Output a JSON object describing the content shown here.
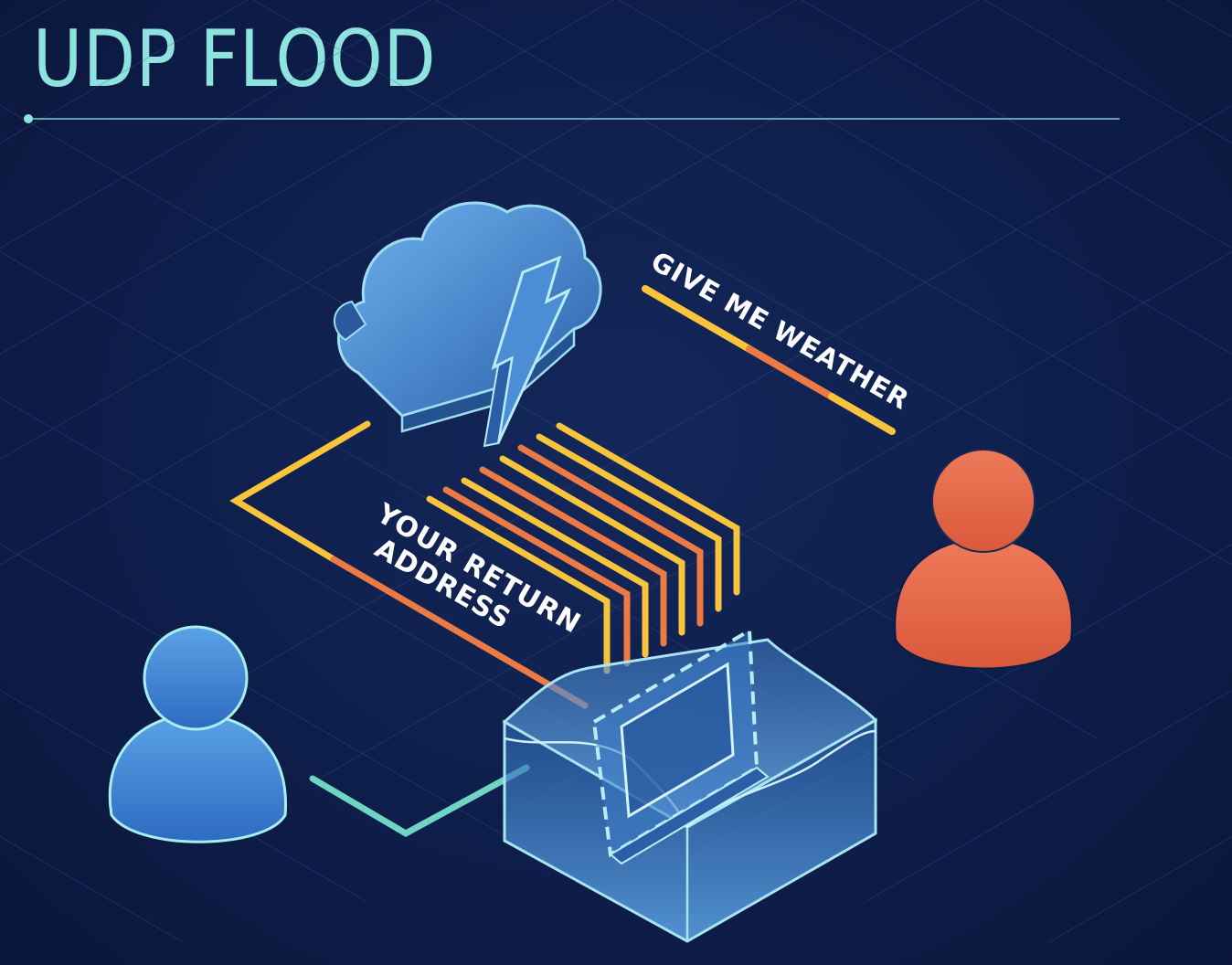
{
  "title": "UDP FLOOD",
  "labels": {
    "request": "GIVE ME WEATHER",
    "return_line1": "YOUR RETURN",
    "return_line2": "ADDRESS"
  },
  "colors": {
    "background": "#0d1c44",
    "title": "#8fe3de",
    "victim": "#5aa2e6",
    "attacker": "#ea6e4f",
    "packet_yellow": "#f7c43c",
    "packet_orange": "#ec7a45",
    "connector_teal": "#6fd4c4"
  },
  "icons": [
    "storm-cloud-icon",
    "victim-user-icon",
    "attacker-user-icon",
    "server-box-icon",
    "postage-stamp-icon"
  ]
}
